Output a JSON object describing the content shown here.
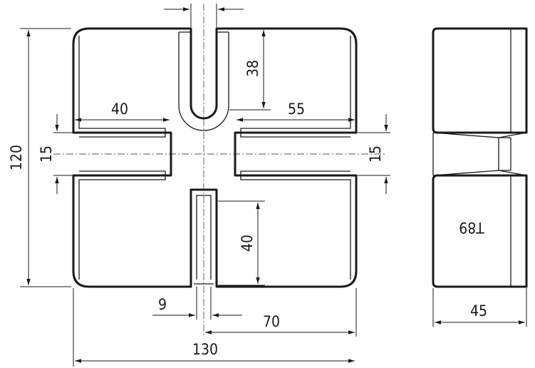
{
  "dimensions": {
    "height_overall": "120",
    "width_overall": "130",
    "side_depth": "45",
    "slot_top_depth": "38",
    "slot_bottom_depth": "40",
    "slot_left_depth": "40",
    "slot_right_depth": "55",
    "slot_left_width": "15",
    "slot_right_width": "15",
    "gap": "9",
    "offset": "70"
  },
  "side_view": {
    "marking": "T89"
  }
}
